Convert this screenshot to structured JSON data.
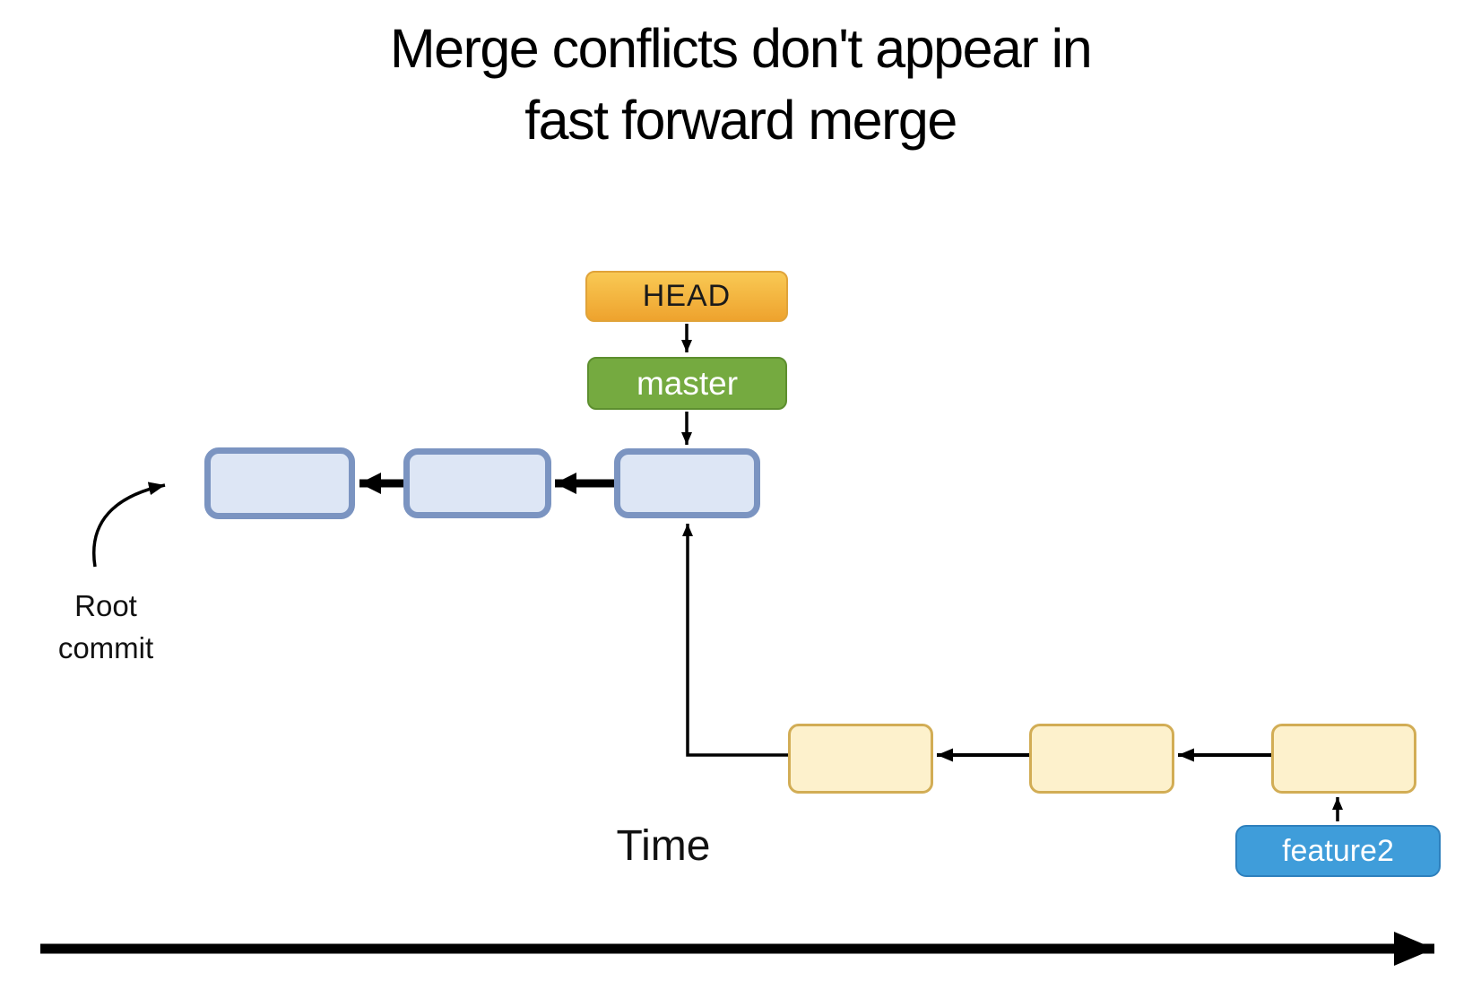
{
  "title": {
    "line1": "Merge conflicts don't appear in",
    "line2": "fast forward merge"
  },
  "pointers": {
    "head_label": "HEAD"
  },
  "branches": {
    "master": {
      "label": "master",
      "commit_count": 3
    },
    "feature2": {
      "label": "feature2",
      "commit_count": 3
    }
  },
  "annotations": {
    "root_commit_line1": "Root",
    "root_commit_line2": "commit",
    "time_axis_label": "Time"
  },
  "colors": {
    "head_fill_top": "#f9c954",
    "head_fill_bottom": "#eea32e",
    "head_border": "#e0a339",
    "head_text": "#1a1a1a",
    "master_fill": "#75aa40",
    "master_border": "#5d8f2f",
    "master_text": "#ffffff",
    "feature2_fill": "#3f9dda",
    "feature2_border": "#2e80bd",
    "feature2_text": "#ffffff",
    "master_commit_fill": "#dde6f5",
    "master_commit_border": "#7b94c1",
    "feature_commit_fill": "#fdf1cc",
    "feature_commit_border": "#d2ad55",
    "arrow_color": "#000000",
    "background": "#ffffff",
    "title_text": "#000000"
  }
}
